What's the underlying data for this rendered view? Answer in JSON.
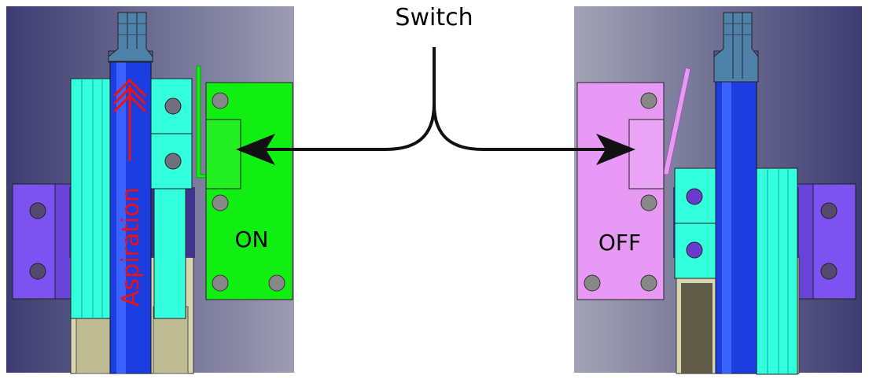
{
  "labels": {
    "switch": "Switch",
    "on": "ON",
    "off": "OFF",
    "aspiration": "Aspiration"
  },
  "colors": {
    "background_left": "#3c3c72",
    "background_right_light": "#a3a3b5",
    "tube_blue": "#1c3ee0",
    "cyan_block": "#33ffdd",
    "purple_bracket": "#7c52f0",
    "switch_on": "#11ee11",
    "switch_off": "#e899f5",
    "aspiration_red": "#ee1111",
    "tan_sleeve": "#d8d6b0",
    "connector": "#111111"
  },
  "icons": {
    "aspiration_arrow": "chevron-up-icon",
    "pointer_left": "arrow-left-icon",
    "pointer_right": "arrow-right-icon"
  }
}
